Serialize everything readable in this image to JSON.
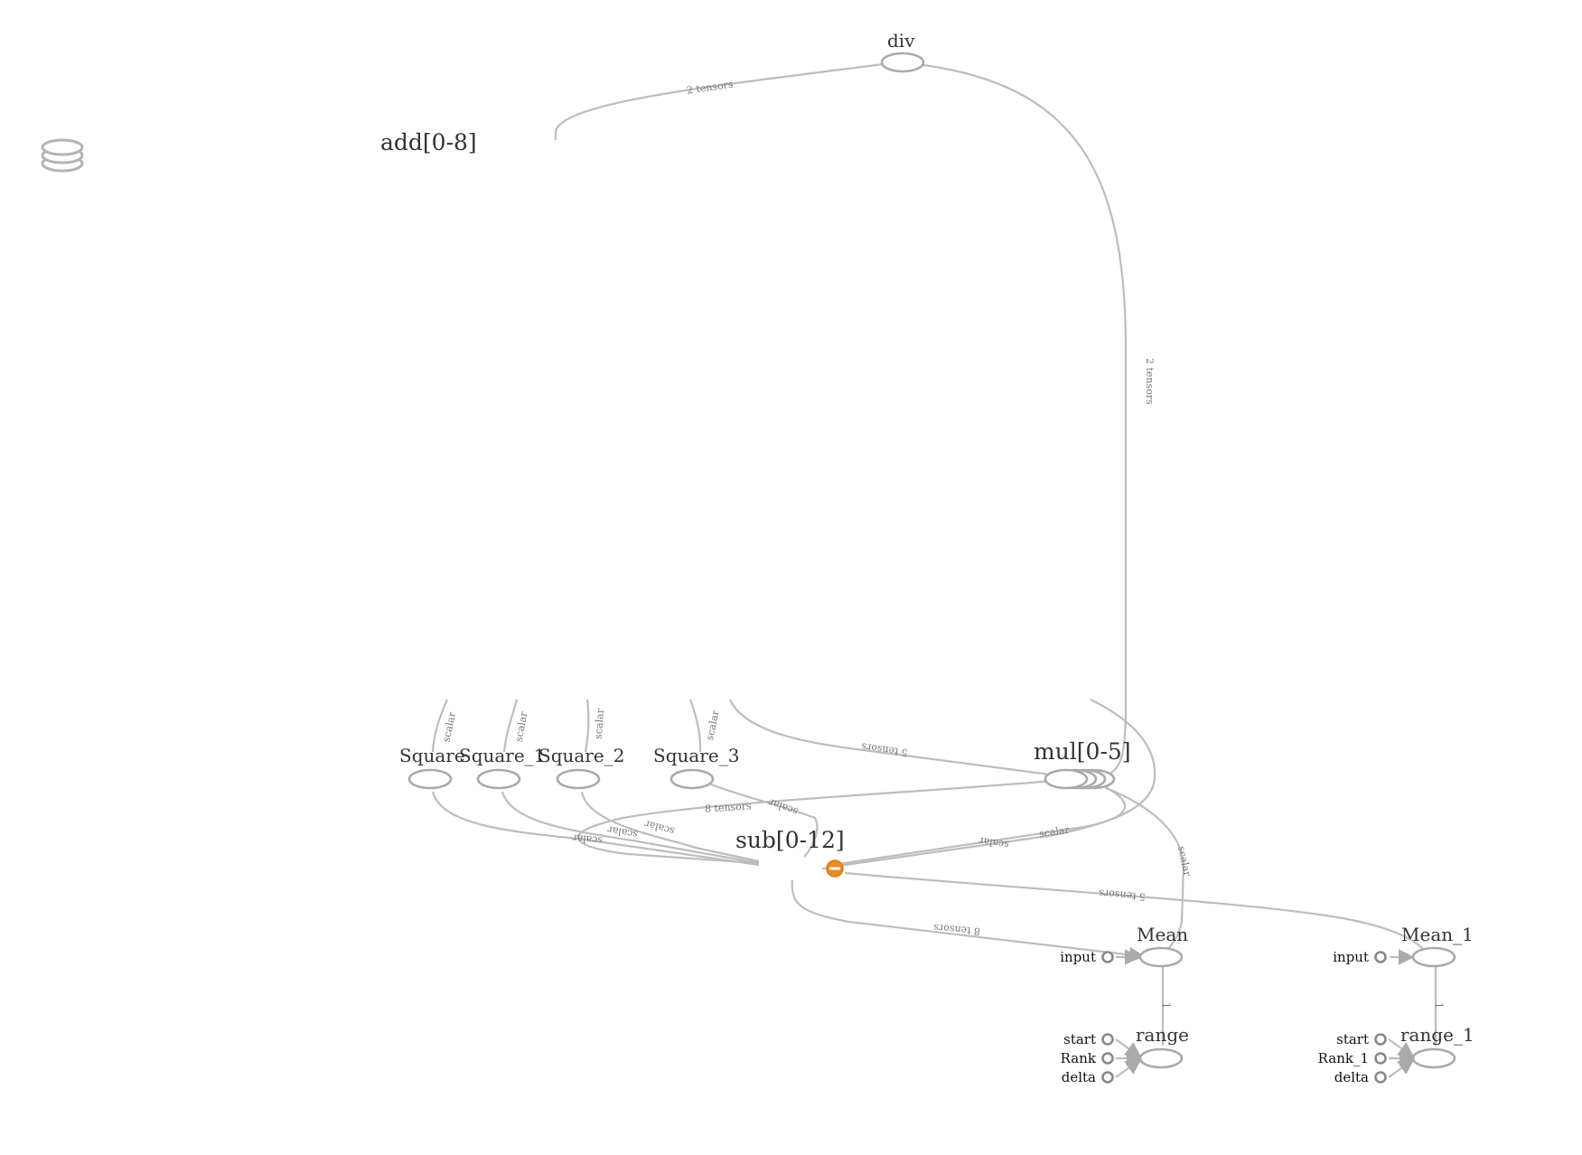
{
  "graph": {
    "nodes": {
      "div": "div",
      "square": "Square",
      "square_1": "Square_1",
      "square_2": "Square_2",
      "square_3": "Square_3",
      "mean": "Mean",
      "mean_1": "Mean_1",
      "range": "range",
      "range_1": "range_1"
    },
    "groups": {
      "add": "add[0-8]",
      "mul": "mul[0-5]",
      "sub": "sub[0-12]"
    },
    "edge_labels": {
      "div_to_add": "2 tensors",
      "div_to_mul": "2 tensors",
      "square_scalar": "scalar",
      "square_1_scalar": "scalar",
      "square_2_scalar": "scalar",
      "square_3_scalar": "scalar",
      "add_to_mul": "5 tensors",
      "mul_to_sub": "8 tensors",
      "square_3_to_sub": "scalar",
      "square_to_sub": "scalar",
      "square_1_to_sub": "scalar",
      "square_2_to_sub": "scalar",
      "sub_scalar_a": "scalar",
      "sub_scalar_b": "scalar",
      "mul_to_mean": "scalar",
      "sub_to_mean_1": "5 tensors",
      "sub_to_mean": "8 tensors",
      "mean_to_range": "1",
      "mean_1_to_range_1": "1"
    },
    "inputs": {
      "mean_input": "input",
      "mean_1_input": "input",
      "range_start": "start",
      "range_rank": "Rank",
      "range_delta": "delta",
      "range_1_start": "start",
      "range_1_rank": "Rank_1",
      "range_1_delta": "delta"
    },
    "colors": {
      "edge": "#bdbdbd",
      "node_stroke": "#aaaaaa",
      "sub_op_fill": "#e98a24",
      "text": "#333333"
    },
    "icons": {
      "stack": "database-stack-icon",
      "sub_op": "minus-op-icon"
    }
  }
}
